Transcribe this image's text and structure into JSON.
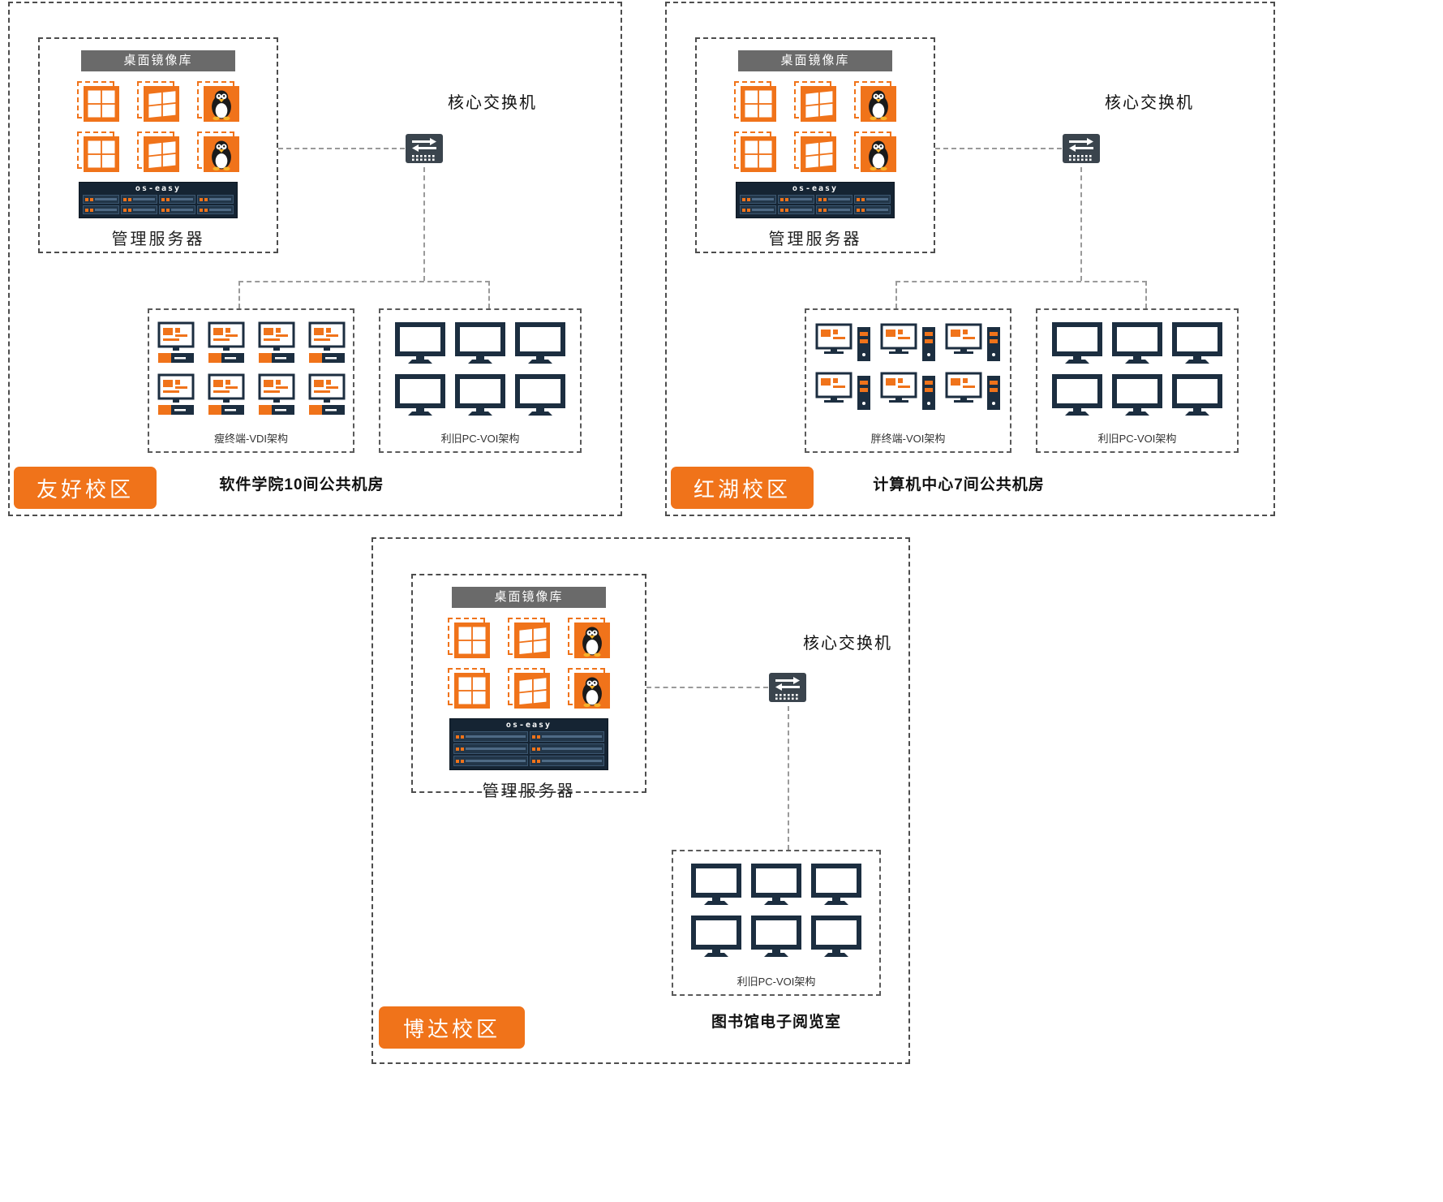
{
  "colors": {
    "orange": "#F0731A",
    "dark_navy": "#1C2E40",
    "header_gray": "#6A6A6A",
    "line_gray": "#9A9A9A"
  },
  "zones": {
    "youhao": {
      "label": "友好校区",
      "image_library": "桌面镜像库",
      "server_label": "管理服务器",
      "rack_brand": "os-easy",
      "switch_label": "核心交换机",
      "group1_label": "瘦终端-VDI架构",
      "group2_label": "利旧PC-VOI架构",
      "caption": "软件学院10间公共机房"
    },
    "honghu": {
      "label": "红湖校区",
      "image_library": "桌面镜像库",
      "server_label": "管理服务器",
      "rack_brand": "os-easy",
      "switch_label": "核心交换机",
      "group1_label": "胖终端-VOI架构",
      "group2_label": "利旧PC-VOI架构",
      "caption": "计算机中心7间公共机房"
    },
    "boda": {
      "label": "博达校区",
      "image_library": "桌面镜像库",
      "server_label": "管理服务器",
      "rack_brand": "os-easy",
      "switch_label": "核心交换机",
      "group1_label": "利旧PC-VOI架构",
      "caption": "图书馆电子阅览室"
    }
  }
}
